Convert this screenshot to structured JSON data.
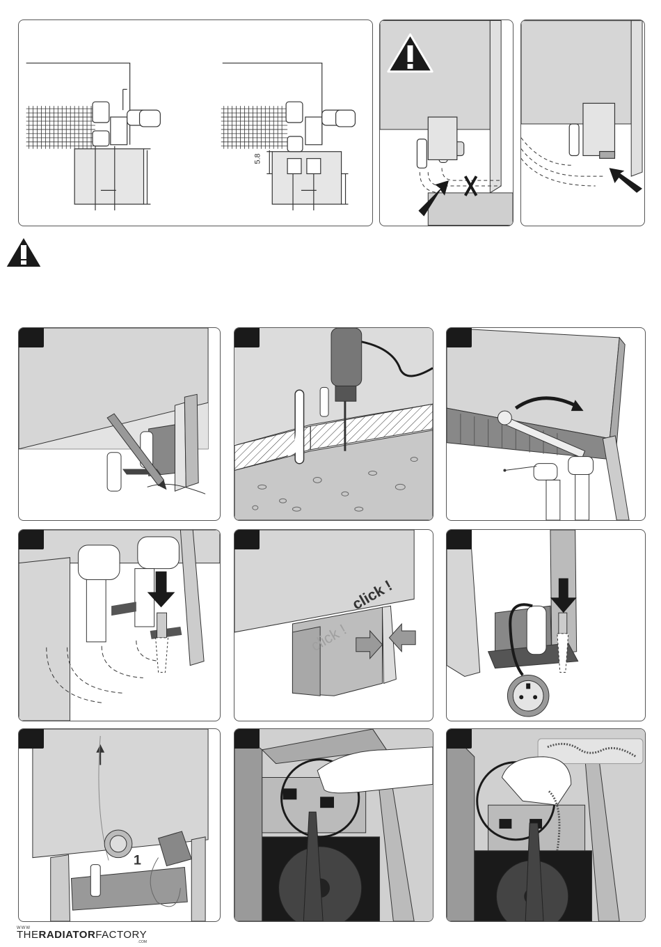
{
  "diagram": {
    "dimension_label": "5.8",
    "click_text": "click !",
    "click_ghost_text": "click !",
    "step_number": "1"
  },
  "logo": {
    "www": "WWW",
    "name_part1": "THE",
    "name_part2": "RADIATOR",
    "name_part3": "FACTORY",
    "com": ".COM"
  },
  "colors": {
    "panel_grey": "#d9d9d9",
    "dark_grey": "#8a8a8a",
    "black": "#1a1a1a",
    "line": "#333333"
  }
}
